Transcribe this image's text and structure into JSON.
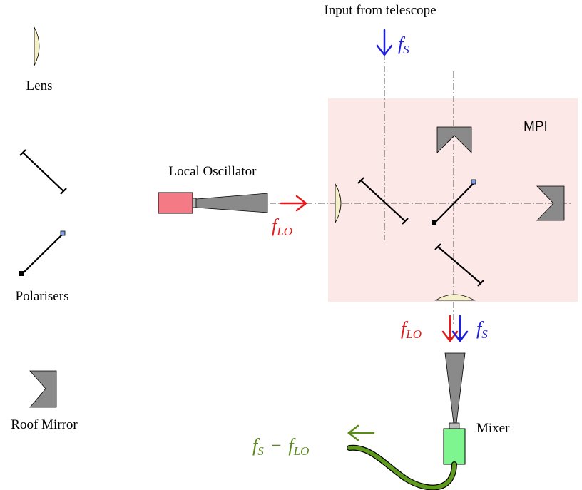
{
  "labels": {
    "input_from_telescope": "Input from telescope",
    "mpi": "MPI",
    "local_oscillator": "Local Oscillator",
    "mixer": "Mixer",
    "legend_lens": "Lens",
    "legend_polarisers": "Polarisers",
    "legend_roof_mirror": "Roof Mirror"
  },
  "signals": {
    "fs_top": {
      "main": "f",
      "sub": "S"
    },
    "flo_left": {
      "main": "f",
      "sub": "LO"
    },
    "flo_bottom": {
      "main": "f",
      "sub": "LO"
    },
    "fs_bottom": {
      "main": "f",
      "sub": "S"
    },
    "if_out": {
      "main1": "f",
      "sub1": "S",
      "op": "−",
      "main2": "f",
      "sub2": "LO"
    }
  },
  "colors": {
    "signal_blue": "#1f1fe0",
    "lo_red": "#e41a1c",
    "if_green": "#5a8a1a",
    "mpi_box": "#fde8e8",
    "lens_fill": "#f5f0c8",
    "grey_component": "#8a8a8a",
    "lo_source": "#f47a86",
    "mixer_block": "#7ef58e",
    "cable": "#5d9a1e"
  },
  "icons": [
    "lens-icon",
    "polariser-icon",
    "roof-mirror-icon",
    "arrow-icon",
    "horn-icon"
  ]
}
